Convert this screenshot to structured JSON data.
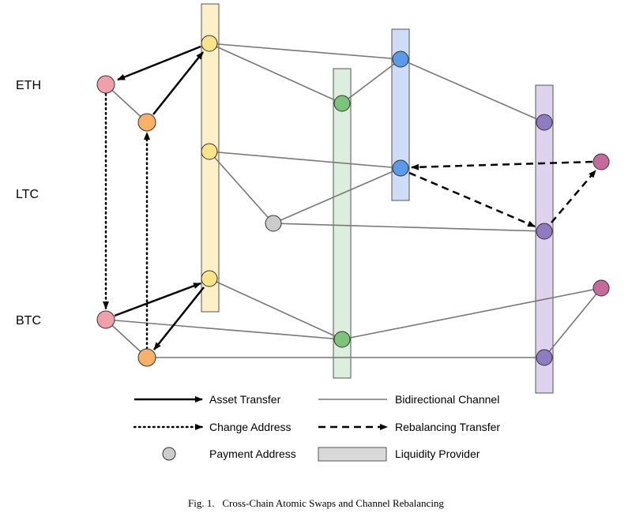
{
  "chains": {
    "eth": "ETH",
    "ltc": "LTC",
    "btc": "BTC"
  },
  "legend": {
    "asset_transfer": "Asset Transfer",
    "change_address": "Change Address",
    "payment_address": "Payment Address",
    "bidirectional_channel": "Bidirectional Channel",
    "rebalancing_transfer": "Rebalancing Transfer",
    "liquidity_provider": "Liquidity Provider"
  },
  "caption": "Fig. 1.   Cross-Chain Atomic Swaps and Channel Rebalancing",
  "colors": {
    "pink_node": "#f0a0a8",
    "orange_node": "#f7b267",
    "yellow_node": "#fbe38a",
    "green_node": "#7cc47a",
    "blue_node": "#5b9ae8",
    "purple_node": "#8e7cc3",
    "magenta_node": "#c56a9a",
    "gray_node": "#cccccc",
    "yellow_bar": "#fdf0c8",
    "green_bar": "#dceedd",
    "blue_bar": "#cfdcf7",
    "purple_bar": "#ddd3ec",
    "legend_box": "#d9d9d9",
    "channel_line": "#777777"
  }
}
